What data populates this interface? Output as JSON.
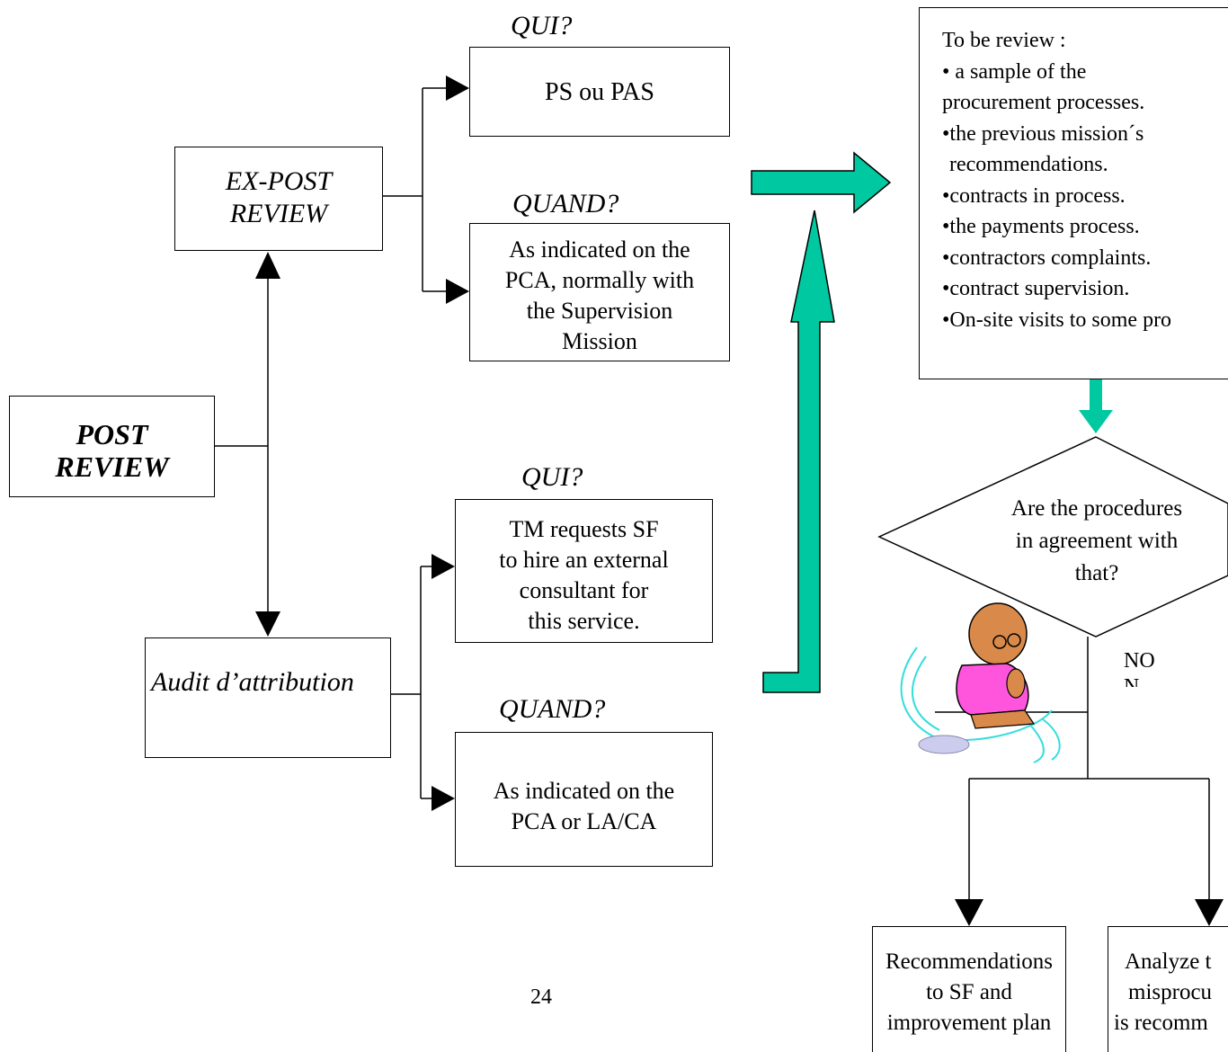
{
  "post_review": {
    "line1": "POST",
    "line2": "REVIEW"
  },
  "ex_post": {
    "line1": "EX-POST",
    "line2": "REVIEW"
  },
  "audit": {
    "label": "Audit d’attribution"
  },
  "qui1": {
    "header": "QUI?",
    "body": "PS  ou PAS"
  },
  "quand1": {
    "header": "QUAND?",
    "lines": [
      "As indicated on the",
      "PCA, normally with",
      "the Supervision",
      "Mission"
    ]
  },
  "qui2": {
    "header": "QUI?",
    "lines": [
      "TM requests SF",
      "to hire an external",
      "consultant for",
      "this service."
    ]
  },
  "quand2": {
    "header": "QUAND?",
    "lines": [
      "As indicated on the",
      "PCA or  LA/CA"
    ]
  },
  "review_box": {
    "lines": [
      "To be review :",
      "• a sample of the",
      "procurement processes.",
      "•the previous mission´s",
      "recommendations.",
      "•contracts in process.",
      "•the payments process.",
      "•contractors complaints.",
      "•contract supervision.",
      "•On-site visits to some pro"
    ]
  },
  "decision": {
    "lines": [
      "Are the procedures",
      "in agreement with",
      "that?"
    ]
  },
  "no_label": "NO",
  "no_label_cut": "N",
  "rec_box": {
    "lines": [
      "Recommendations",
      "to SF and",
      "improvement plan"
    ]
  },
  "analyze_box": {
    "lines": [
      "Analyze t",
      "misprocu",
      "is recomm"
    ]
  },
  "page_number": "24",
  "colors": {
    "accent_arrow": "#00c8a0",
    "line": "#000000"
  }
}
